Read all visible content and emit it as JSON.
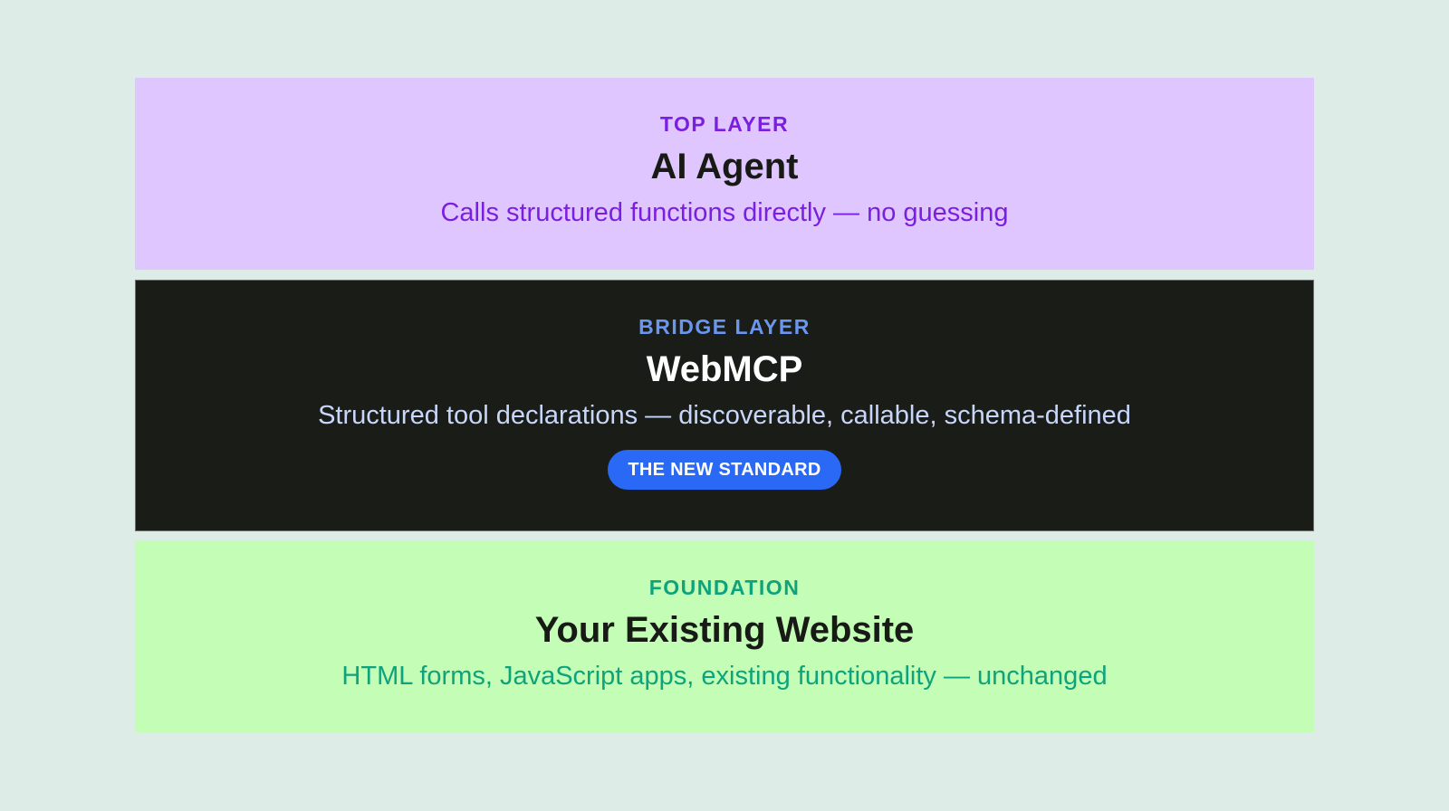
{
  "diagram": {
    "type": "layered-stack",
    "background_color": "#ddece7",
    "layers": [
      {
        "id": "top",
        "eyebrow": "TOP LAYER",
        "title": "AI Agent",
        "description": "Calls structured functions directly — no guessing",
        "background_color": "#e0c6fe",
        "accent_color": "#7a1fe0"
      },
      {
        "id": "bridge",
        "eyebrow": "BRIDGE LAYER",
        "title": "WebMCP",
        "description": "Structured tool declarations — discoverable, callable, schema-defined",
        "badge": "THE NEW STANDARD",
        "background_color": "#1a1d17",
        "accent_color": "#6a96f0",
        "badge_color": "#2a69f5"
      },
      {
        "id": "foundation",
        "eyebrow": "FOUNDATION",
        "title": "Your Existing Website",
        "description": "HTML forms, JavaScript apps, existing functionality — unchanged",
        "background_color": "#c4feb6",
        "accent_color": "#0fa37c"
      }
    ]
  }
}
